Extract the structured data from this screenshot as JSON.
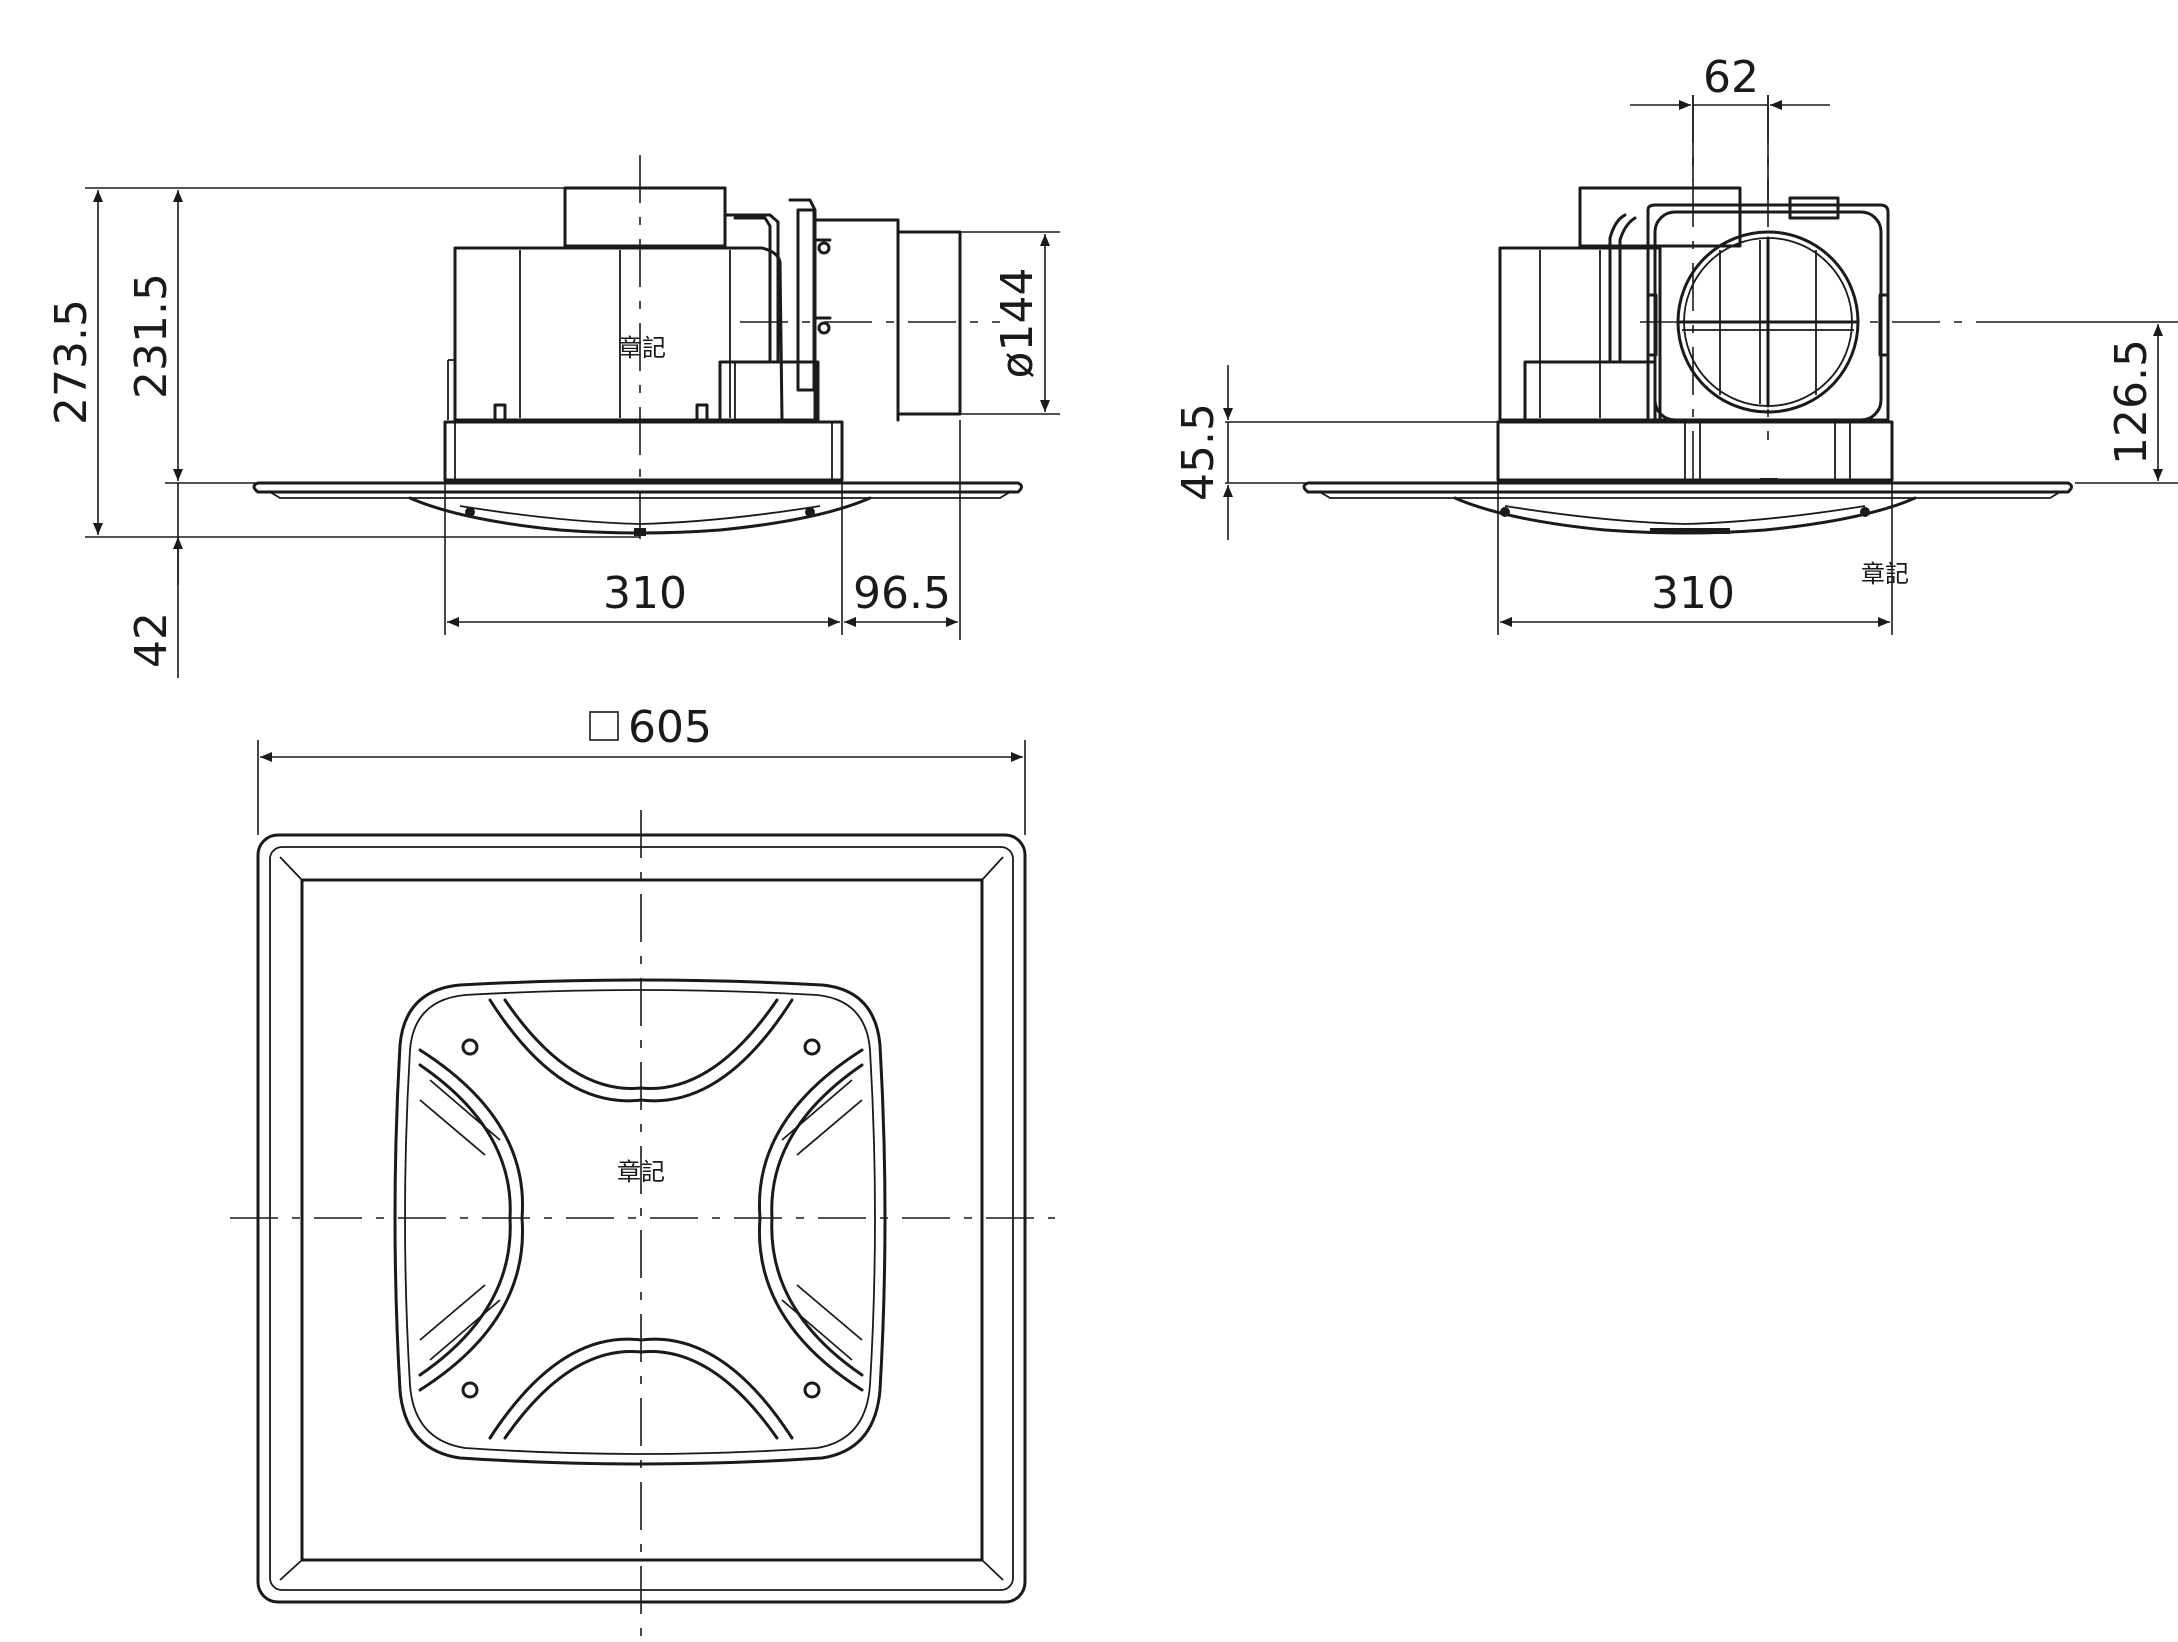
{
  "dimensions": {
    "height_total": "273.5",
    "height_body": "231.5",
    "height_grille": "42",
    "width_body_front": "310",
    "duct_offset": "96.5",
    "duct_diameter": "ø144",
    "duct_spacing": "62",
    "height_side_1": "45.5",
    "height_side_2": "126.5",
    "width_body_side": "310",
    "panel_size": "605"
  },
  "marks": {
    "front_view": "章記",
    "side_view": "章記",
    "plan_view": "章記"
  },
  "colors": {
    "line": "#1a1a1a",
    "background": "#ffffff"
  }
}
